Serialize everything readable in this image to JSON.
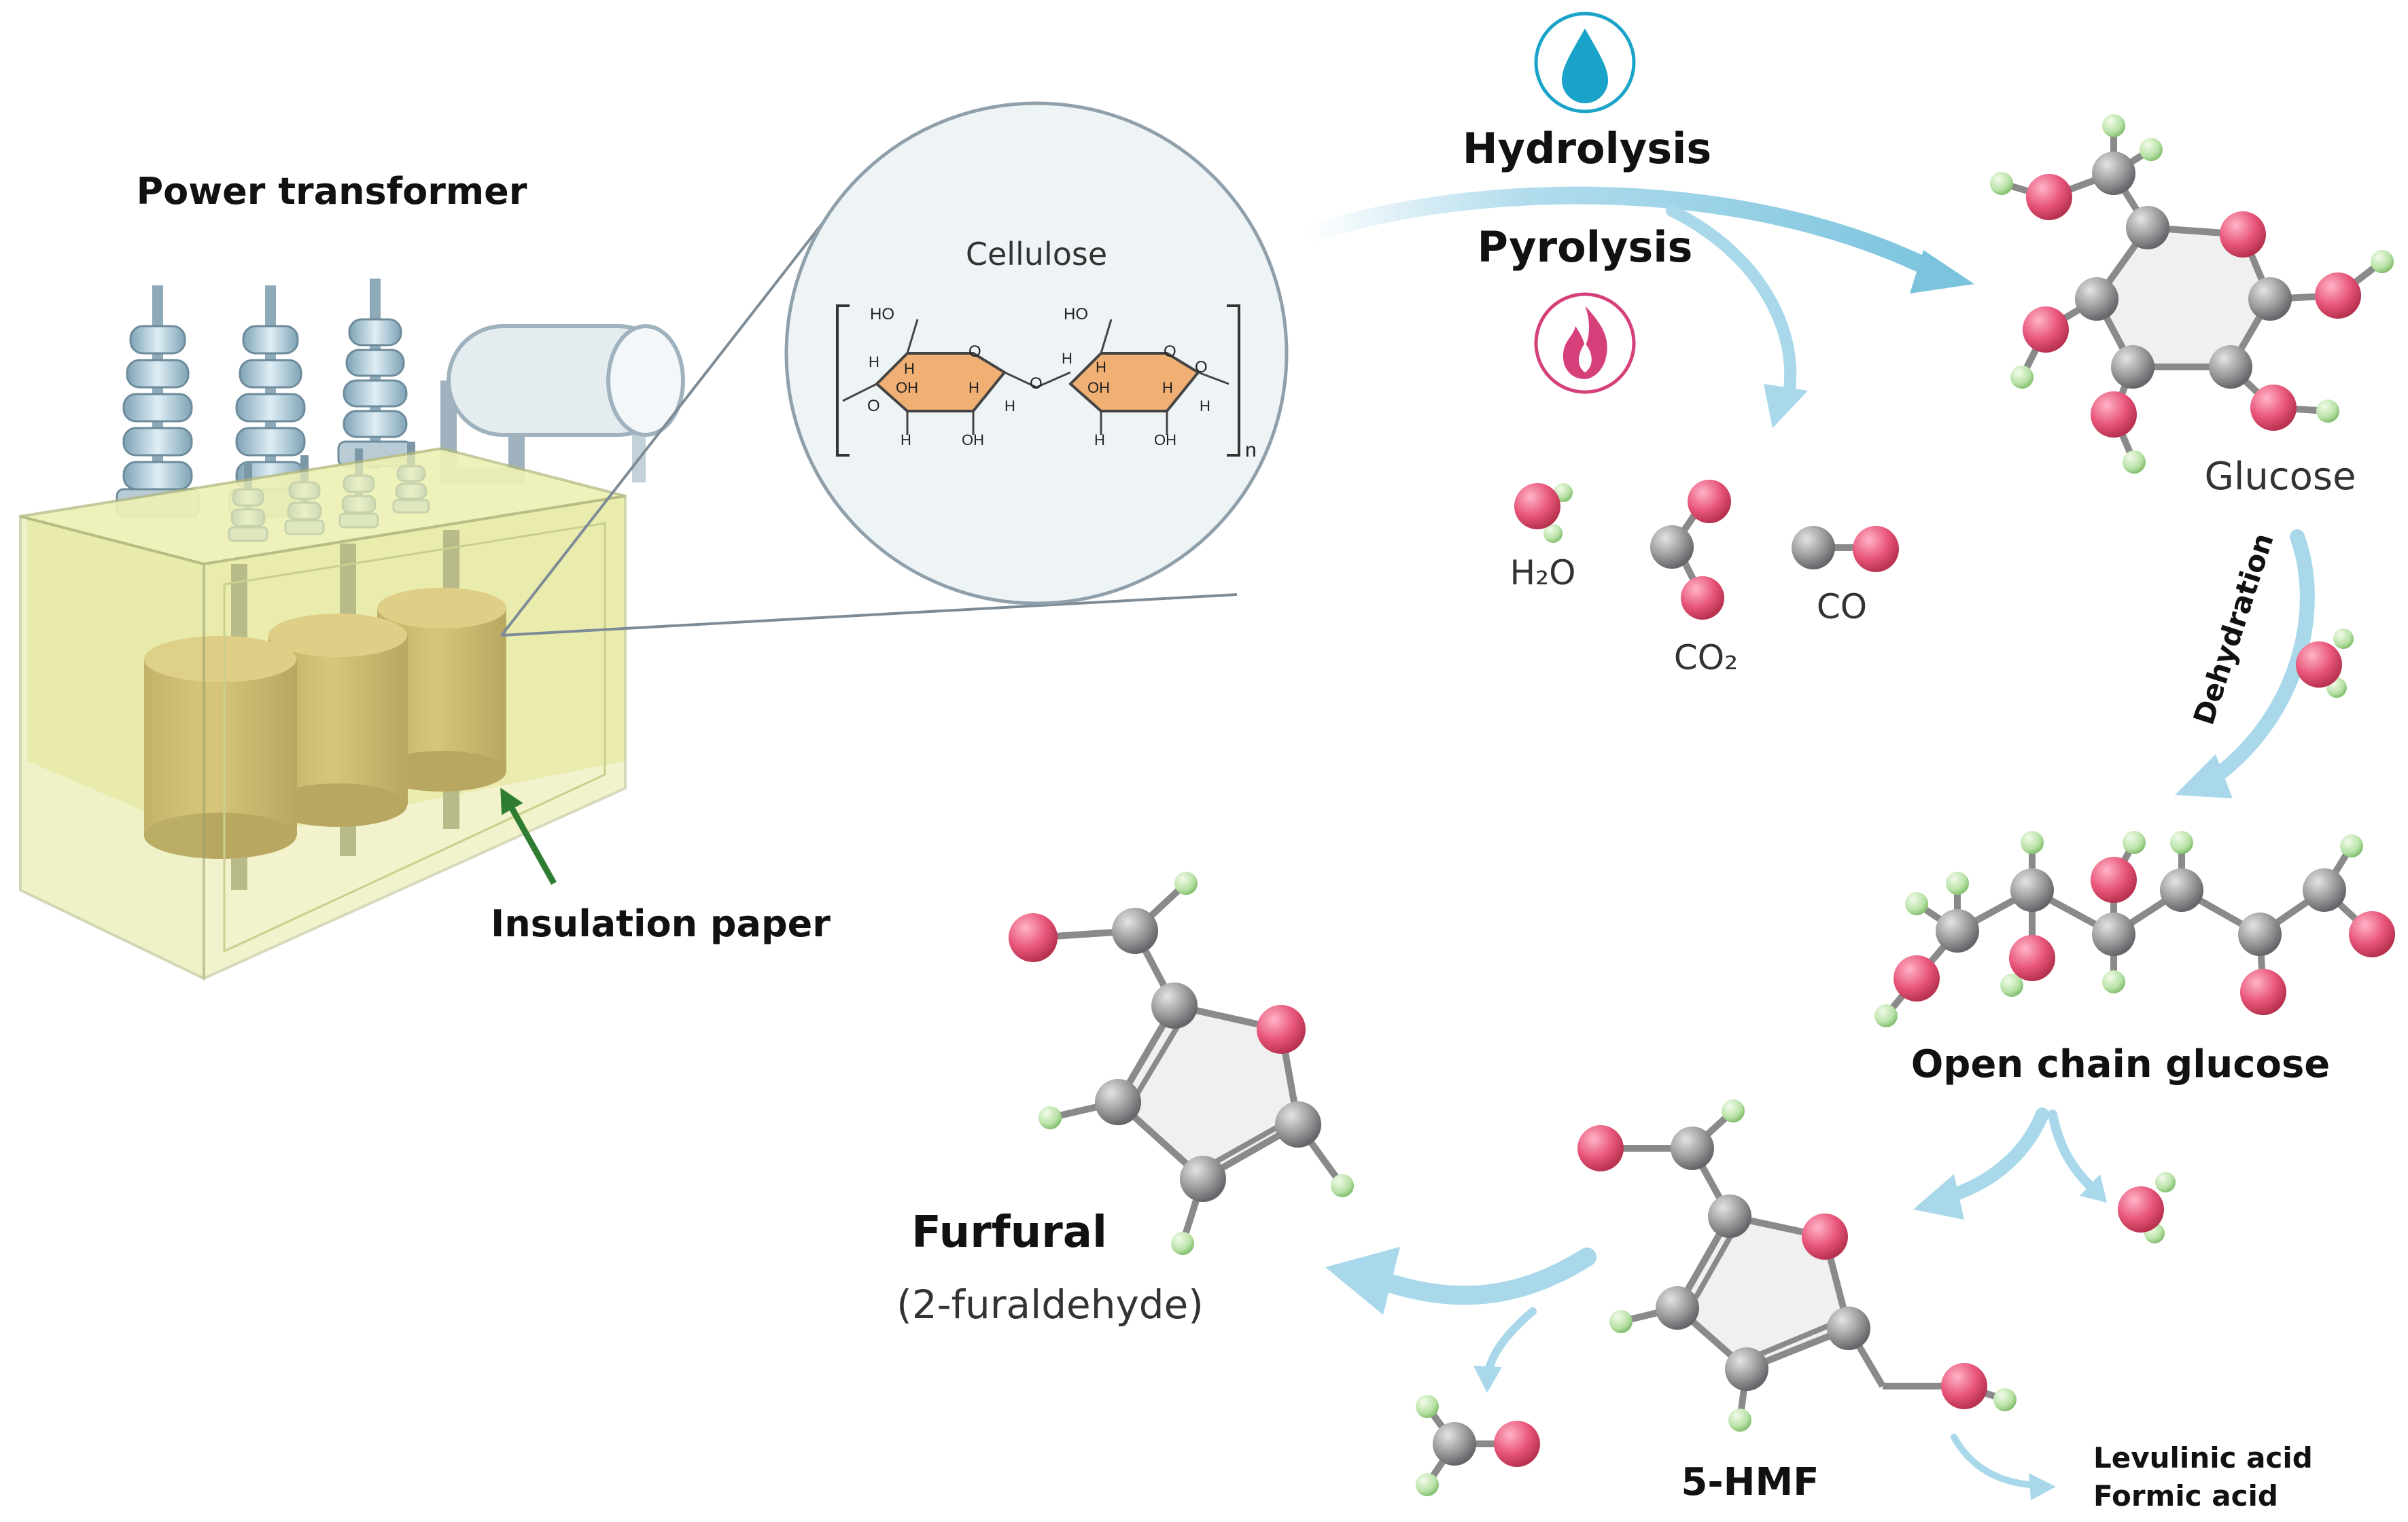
{
  "labels": {
    "power_transformer": "Power transformer",
    "insulation_paper": "Insulation paper",
    "cellulose": "Cellulose",
    "hydrolysis": "Hydrolysis",
    "pyrolysis": "Pyrolysis",
    "glucose": "Glucose",
    "dehydration": "Dehydration",
    "open_chain_glucose": "Open chain glucose",
    "furfural": "Furfural",
    "furfural_sub": "(2-furaldehyde)",
    "hmf": "5-HMF",
    "levulinic_acid": "Levulinic acid",
    "formic_acid": "Formic acid",
    "h2o": "H₂O",
    "co2": "CO₂",
    "co": "CO"
  },
  "cellulose_structure": {
    "ho_left": "HO",
    "ho_right": "HO",
    "o": "O",
    "h": "H",
    "oh": "OH",
    "n": "n"
  },
  "icons": {
    "water": "water-drop-icon",
    "fire": "flame-icon"
  },
  "colors": {
    "oxygen": "#e8557a",
    "carbon": "#9a9a9c",
    "hydrogen": "#b8e2a6",
    "arrow": "#a8d8ea",
    "oil": "#e6e89a",
    "coil": "#b08a3c",
    "arrow_green": "#2e7d32",
    "water_icon": "#1aa3c8",
    "fire_icon": "#d6407a"
  }
}
